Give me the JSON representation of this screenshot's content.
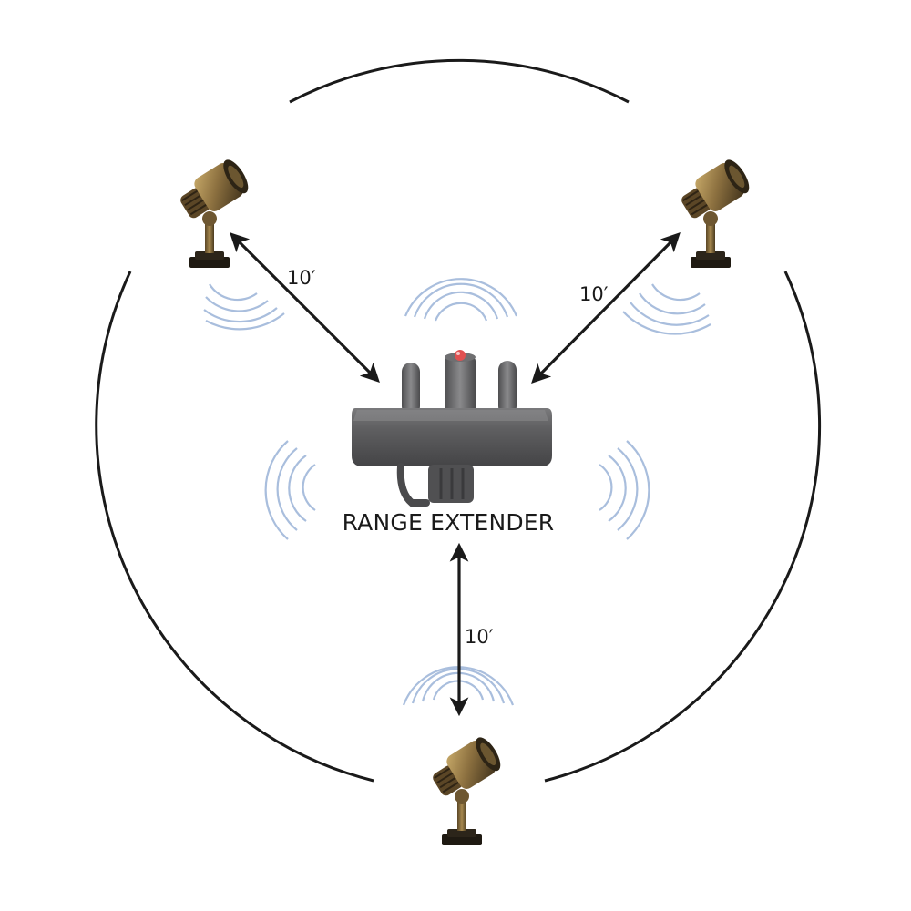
{
  "device": {
    "label": "RANGE EXTENDER"
  },
  "distances": {
    "top_left": "10′",
    "top_right": "10′",
    "bottom": "10′"
  },
  "icons": {
    "spotlight": "spotlight-icon",
    "extender": "range-extender-icon",
    "signal": "signal-waves-icon",
    "arrow": "double-arrow-icon"
  },
  "colors": {
    "line": "#1a1a1a",
    "signal_waves": "#a9bedd",
    "brass_light": "#a98a4e",
    "brass_dark": "#4b3a1f",
    "extender_body": "#5e5e60",
    "indicator": "#e05050"
  }
}
